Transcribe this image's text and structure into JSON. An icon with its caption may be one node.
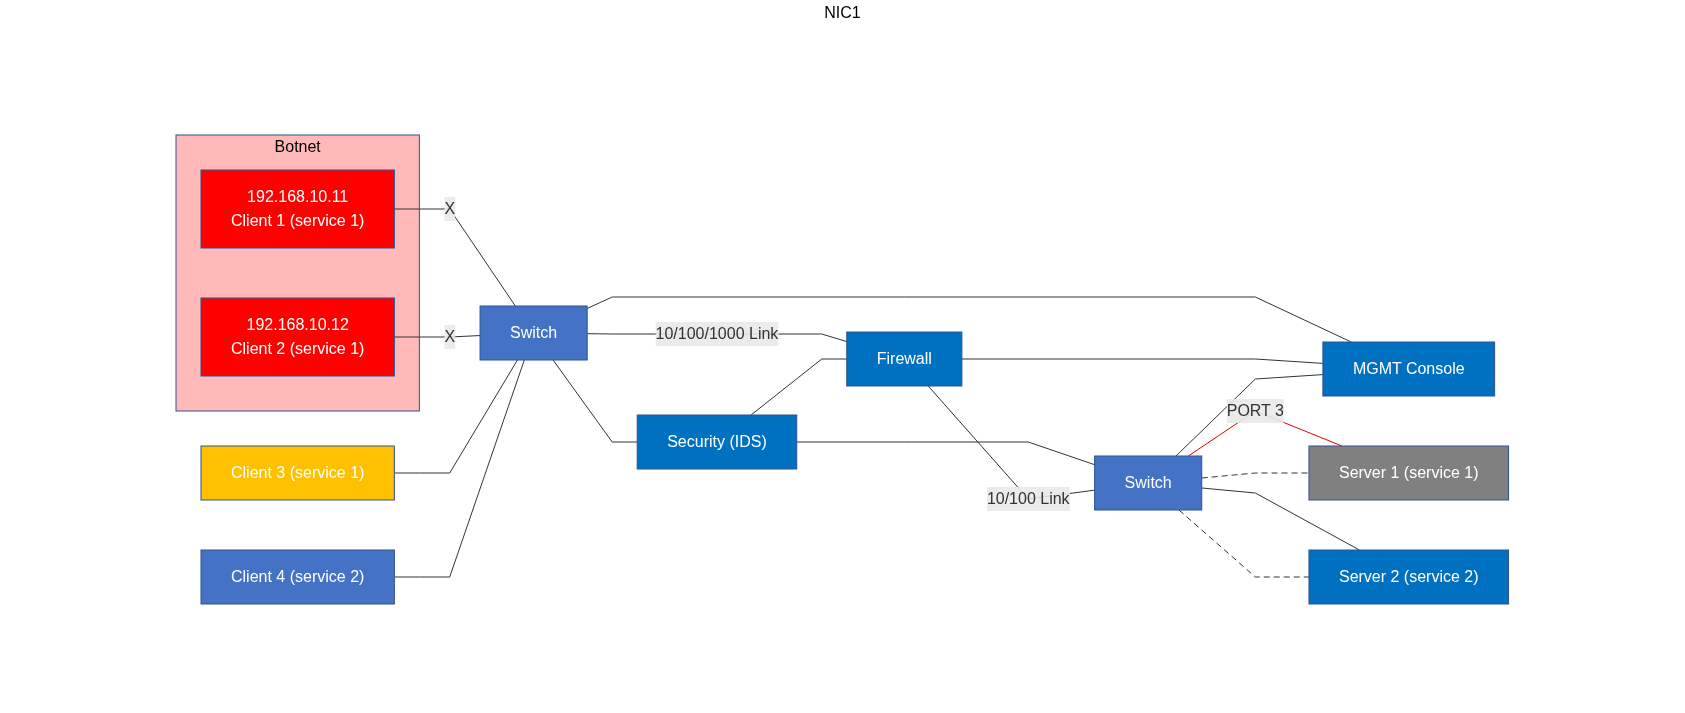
{
  "diagram": {
    "nodes": [
      {
        "text": [
          "Botnet"
        ]
      },
      {
        "text": [
          "192.168.10.11",
          "Client 1 (service 1)"
        ],
        "in": 0
      },
      {
        "text": [
          "192.168.10.12",
          "Client 2 (service 1)"
        ],
        "in": 0
      },
      {
        "text": [
          "Client 3 (service 1)"
        ]
      },
      {
        "text": [
          "Client 4 (service 2)"
        ]
      },
      {
        "text": [
          "Switch"
        ]
      },
      {
        "text": [
          "Security (IDS)"
        ]
      },
      {
        "text": [
          "Firewall"
        ]
      },
      {
        "text": [
          "Switch"
        ]
      },
      {
        "text": [
          "MGMT Console"
        ]
      },
      {
        "text": [
          "Server 1 (service 1)"
        ]
      },
      {
        "text": [
          "Server 2 (service 2)"
        ]
      }
    ],
    "edges": [
      {
        "from": 1,
        "to": 5,
        "arrow": "none",
        "label": "X"
      },
      {
        "from": 2,
        "to": 5,
        "arrow": "none",
        "label": "X"
      },
      {
        "from": 3,
        "to": 5,
        "arrow": "none"
      },
      {
        "from": 4,
        "to": 5,
        "arrow": "none"
      },
      {
        "from": 5,
        "to": 6,
        "arrow": "none"
      },
      {
        "from": 5,
        "to": 7,
        "arrow": "none",
        "label": "10/100/1000 Link"
      },
      {
        "from": 6,
        "to": 7,
        "arrow": "none"
      },
      {
        "from": 6,
        "to": 8,
        "arrow": "none"
      },
      {
        "from": 7,
        "to": 8,
        "arrow": "none",
        "label": "10/100 Link"
      },
      {
        "from": 5,
        "to": 9,
        "arrow": "none"
      },
      {
        "from": 7,
        "to": 9,
        "arrow": "none"
      },
      {
        "from": 8,
        "to": 9,
        "arrow": "none"
      },
      {
        "from": 8,
        "to": 10,
        "arrow": "none",
        "label": "PORT 3",
        "color": "#e00000"
      },
      {
        "from": 8,
        "to": 10,
        "arrow": "none",
        "style": "dashed"
      },
      {
        "from": 8,
        "to": 11,
        "arrow": "none"
      },
      {
        "from": 8,
        "to": 11,
        "arrow": "none",
        "style": "dashed"
      }
    ],
    "labels": [
      "NIC1"
    ]
  }
}
